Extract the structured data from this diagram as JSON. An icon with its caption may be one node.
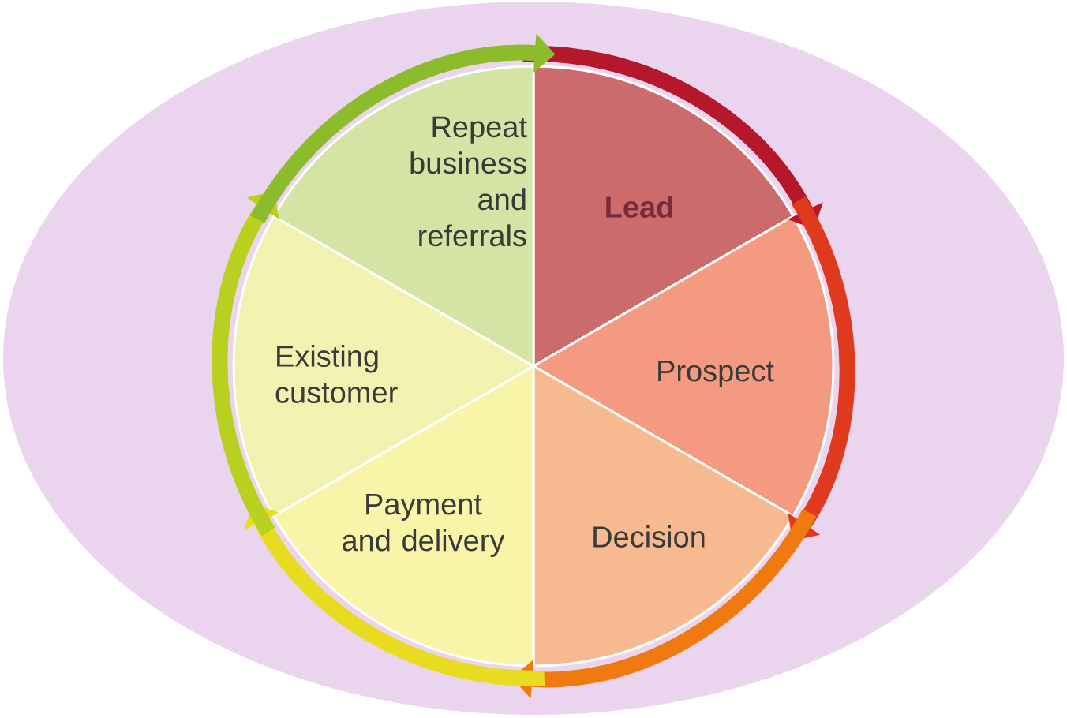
{
  "diagram": {
    "nodes": [
      {
        "text": [
          "**Lead**"
        ]
      },
      {
        "text": [
          "Prospect"
        ]
      },
      {
        "text": [
          "Decision"
        ]
      },
      {
        "text": [
          "Payment and delivery"
        ]
      },
      {
        "text": [
          "Existing customer"
        ]
      },
      {
        "text": [
          "Repeat business and referrals"
        ]
      }
    ],
    "edges": [
      {
        "from": 0,
        "to": 1,
        "arrow": "to",
        "color": "#b5172b"
      },
      {
        "from": 1,
        "to": 2,
        "arrow": "to",
        "color": "#e03a1e"
      },
      {
        "from": 2,
        "to": 3,
        "arrow": "to",
        "color": "#f07a10"
      },
      {
        "from": 3,
        "to": 4,
        "arrow": "to",
        "color": "#e8dc20"
      },
      {
        "from": 4,
        "to": 5,
        "arrow": "to",
        "color": "#b8d020"
      },
      {
        "from": 5,
        "to": 0,
        "arrow": "to",
        "color": "#8cbc2c"
      }
    ]
  }
}
